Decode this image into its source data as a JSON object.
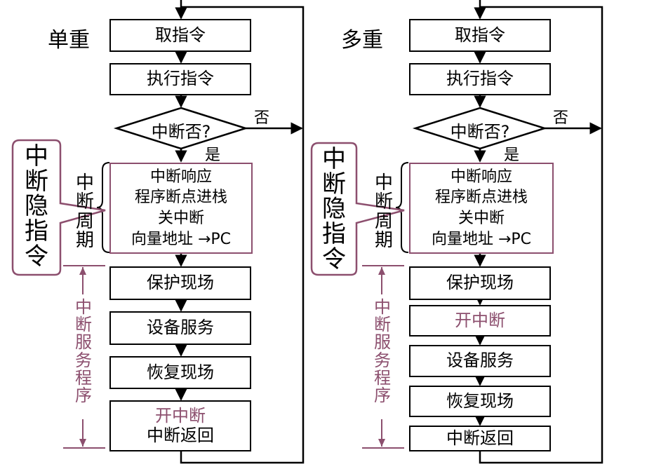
{
  "colors": {
    "accent": "#8c4f6e",
    "line": "#000000"
  },
  "left": {
    "title": "单重",
    "steps": {
      "fetch": "取指令",
      "execute": "执行指令",
      "decision": "中断否?",
      "no": "否",
      "yes": "是",
      "cycle_lines": [
        "中断响应",
        "程序断点进栈",
        "关中断",
        "向量地址 →PC"
      ],
      "save": "保护现场",
      "service": "设备服务",
      "restore": "恢复现场",
      "open_interrupt": "开中断",
      "return": "中断返回"
    },
    "cycle_label": [
      "中",
      "断",
      "周",
      "期"
    ],
    "service_label": [
      "中",
      "断",
      "服",
      "务",
      "程",
      "序"
    ],
    "callout": [
      "中",
      "断",
      "隐",
      "指",
      "令"
    ]
  },
  "right": {
    "title": "多重",
    "steps": {
      "fetch": "取指令",
      "execute": "执行指令",
      "decision": "中断否?",
      "no": "否",
      "yes": "是",
      "cycle_lines": [
        "中断响应",
        "程序断点进栈",
        "关中断",
        "向量地址 →PC"
      ],
      "save": "保护现场",
      "open_interrupt": "开中断",
      "service": "设备服务",
      "restore": "恢复现场",
      "return": "中断返回"
    },
    "cycle_label": [
      "中",
      "断",
      "周",
      "期"
    ],
    "service_label": [
      "中",
      "断",
      "服",
      "务",
      "程",
      "序"
    ],
    "callout": [
      "中",
      "断",
      "隐",
      "指",
      "令"
    ]
  }
}
